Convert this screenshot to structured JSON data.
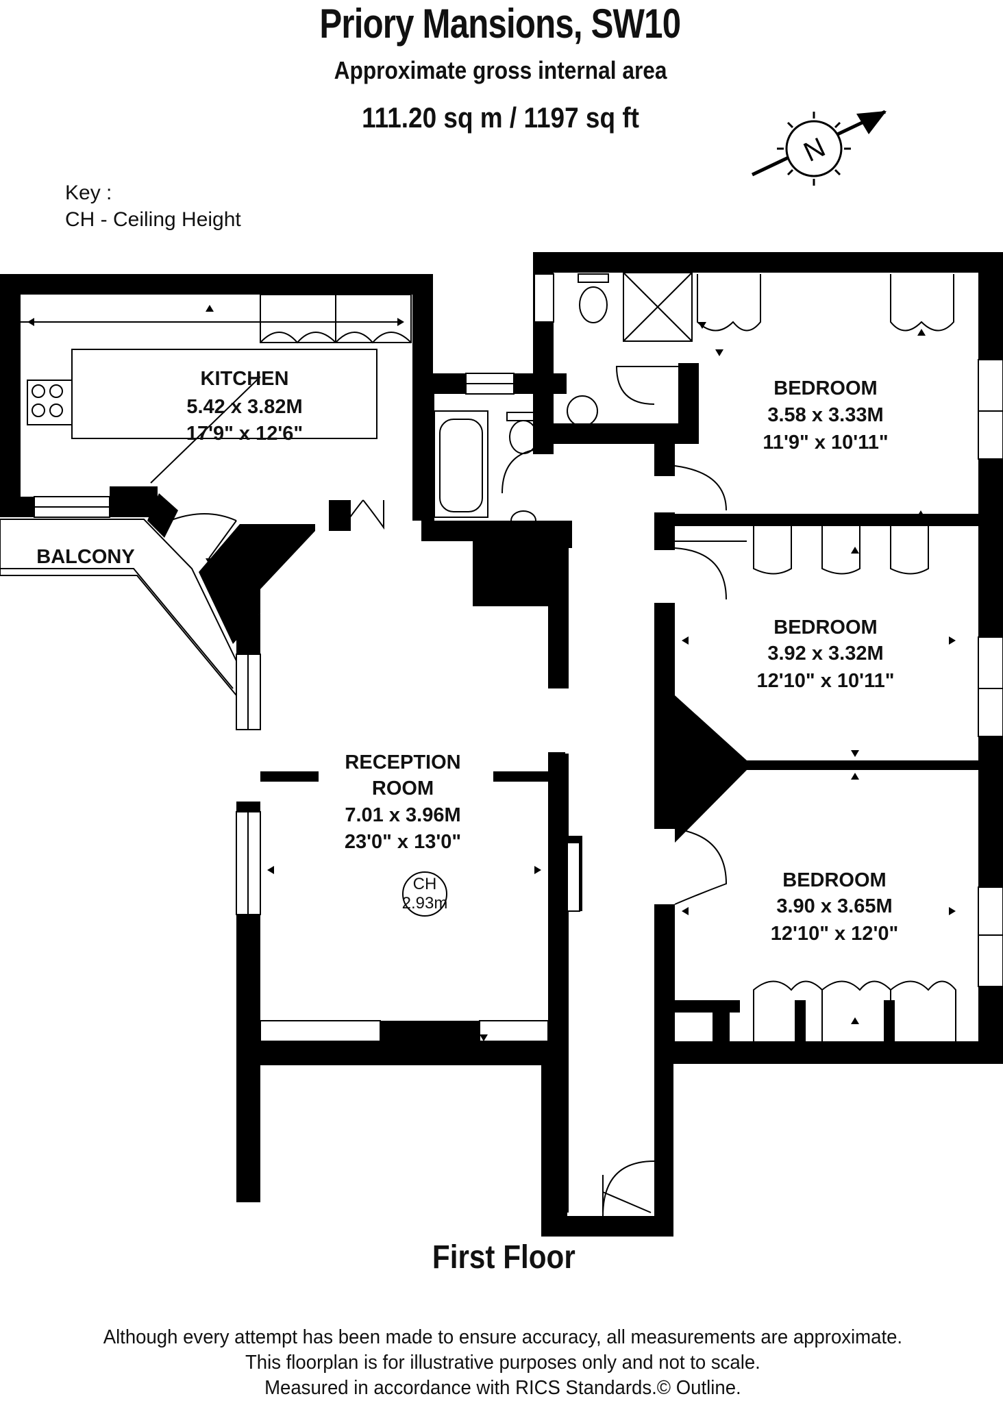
{
  "header": {
    "title": "Priory Mansions, SW10",
    "subtitle": "Approximate gross internal area",
    "area": "111.20 sq m /  1197 sq ft"
  },
  "compass": {
    "letter": "N"
  },
  "key": {
    "heading": "Key :",
    "items": [
      "CH - Ceiling Height"
    ]
  },
  "rooms": {
    "kitchen": {
      "name": "KITCHEN",
      "metric": "5.42 x 3.82M",
      "imperial": "17'9\" x 12'6\""
    },
    "balcony": {
      "name": "BALCONY"
    },
    "bedroom1": {
      "name": "BEDROOM",
      "metric": "3.58 x 3.33M",
      "imperial": "11'9\" x 10'11\""
    },
    "bedroom2": {
      "name": "BEDROOM",
      "metric": "3.92 x 3.32M",
      "imperial": "12'10\" x 10'11\""
    },
    "bedroom3": {
      "name": "BEDROOM",
      "metric": "3.90 x 3.65M",
      "imperial": "12'10\" x 12'0\""
    },
    "reception": {
      "name_line1": "RECEPTION",
      "name_line2": "ROOM",
      "metric": "7.01 x 3.96M",
      "imperial": "23'0\" x 13'0\""
    }
  },
  "ceiling_height": {
    "label": "CH",
    "value": "2.93m"
  },
  "floor_label": "First Floor",
  "disclaimer": [
    "Although every attempt has been made to ensure accuracy, all measurements are approximate.",
    "This floorplan is for illustrative purposes only and not to scale.",
    "Measured in accordance with RICS Standards.© Outline."
  ]
}
